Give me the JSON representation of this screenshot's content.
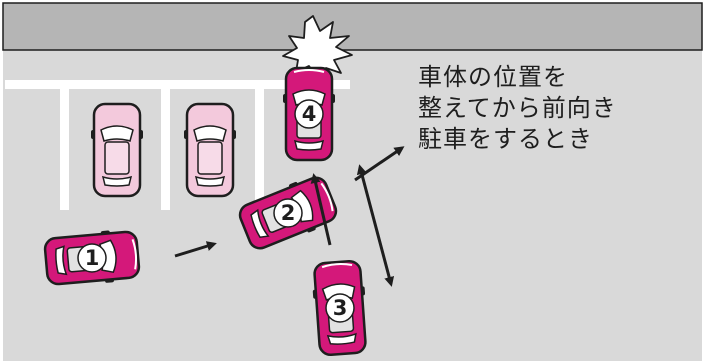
{
  "colors": {
    "ground": "#d9d9d9",
    "wall": "#b5b5b5",
    "line": "#ffffff",
    "outline": "#1e1e1e",
    "active_car": "#d4187a",
    "parked_car": "#f3c9dc",
    "spark": "#ffffff"
  },
  "caption": {
    "line1": "車体の位置を",
    "line2": "整えてから前向き",
    "line3": "駐車をするとき"
  },
  "cars": [
    {
      "step": "1"
    },
    {
      "step": "2"
    },
    {
      "step": "3"
    },
    {
      "step": "4"
    }
  ],
  "icons": {
    "impact": "collision-burst-icon",
    "arrows": "movement-arrow-icon"
  }
}
